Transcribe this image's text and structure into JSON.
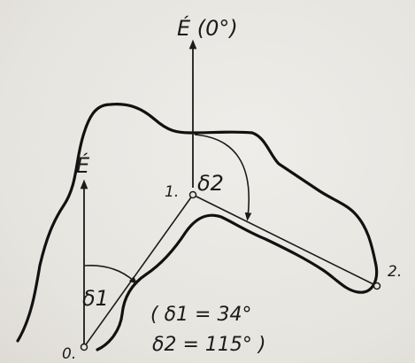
{
  "labels": {
    "north_top": "É (0°)",
    "north_left": "É",
    "point_0": "0.",
    "point_1": "1.",
    "point_2": "2.",
    "delta_1": "δ1",
    "delta_2": "δ2",
    "formula_line1": "( δ1 = 34°",
    "formula_line2": "δ2 = 115° )"
  },
  "angles_deg": {
    "delta_1": 34,
    "delta_2": 115
  },
  "colors": {
    "ink": "#1b1b1b",
    "paper": "#e9e7e2"
  }
}
